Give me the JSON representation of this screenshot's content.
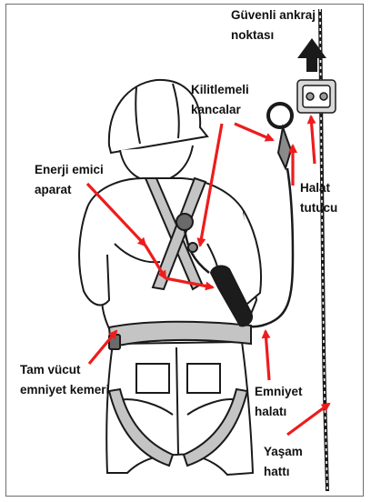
{
  "colors": {
    "arrow": "#ee1c1c",
    "line": "#1a1a1a",
    "frame": "#6e6e6e"
  },
  "labels": {
    "anchor_line1": "Güvenli ankraj",
    "anchor_line2": "noktası",
    "hooks_line1": "Kilitlemeli",
    "hooks_line2": "kancalar",
    "absorber_line1": "Enerji emici",
    "absorber_line2": "aparat",
    "grab_line1": "Halat",
    "grab_line2": "tutucu",
    "harness_line1": "Tam vücut",
    "harness_line2": "emniyet kemeri",
    "lanyard_line1": "Emniyet",
    "lanyard_line2": "halatı",
    "lifeline_line1": "Yaşam",
    "lifeline_line2": "hattı"
  },
  "icons": [
    "up-arrow-icon"
  ]
}
